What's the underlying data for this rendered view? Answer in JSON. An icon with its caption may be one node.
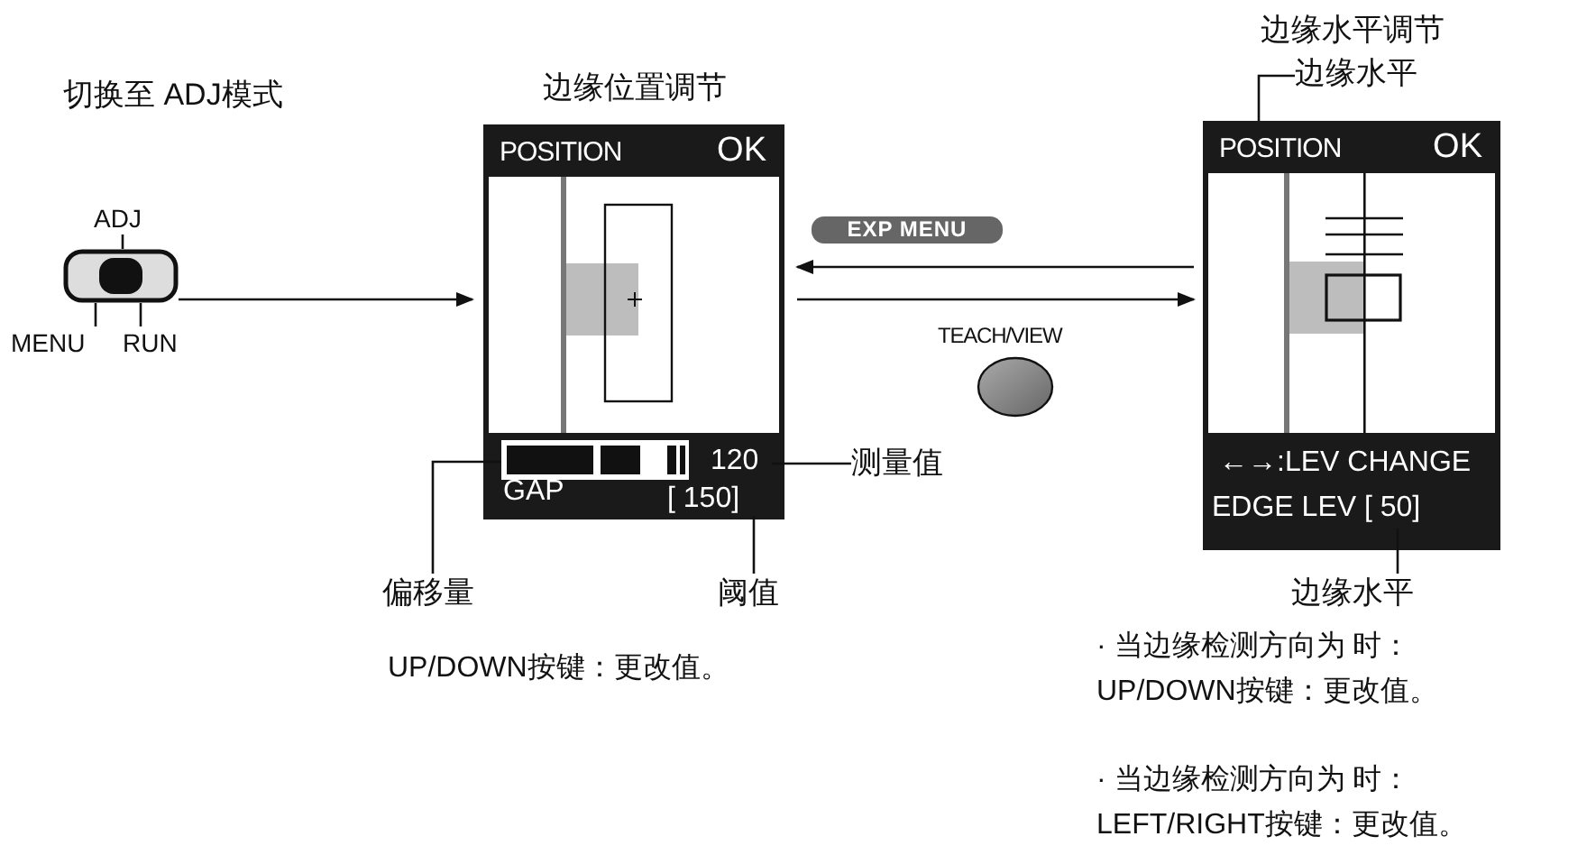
{
  "diagram": {
    "nodes": [
      {
        "text": [],
        "shape": "box"
      },
      {
        "text": [
          "ADJ"
        ]
      },
      {
        "text": [
          "MENU"
        ]
      },
      {
        "text": [
          "RUN"
        ]
      },
      {
        "text": [
          "边缘位置调节",
          "POSITION",
          "OK",
          "GAP"
        ]
      },
      {
        "text": [],
        "shape": "bar",
        "in": 4
      },
      {
        "text": [
          "120"
        ],
        "in": 4
      },
      {
        "text": [
          "[ 150]"
        ],
        "in": 4
      },
      {
        "text": [
          "测量值"
        ]
      },
      {
        "text": [
          "偏移量"
        ]
      },
      {
        "text": [
          "阈值"
        ]
      },
      {
        "text": [
          "EXP MENU"
        ]
      },
      {
        "text": [
          "TEACH/VIEW"
        ]
      },
      {
        "text": [
          "边缘水平调节",
          "POSITION",
          "OK",
          "←→:LEV CHANGE"
        ]
      },
      {
        "text": [
          "EDGE LEV [ 50]"
        ],
        "in": 13
      },
      {
        "text": [
          "边缘水平"
        ]
      },
      {
        "text": [
          "边缘水平"
        ]
      }
    ],
    "edges": [
      {
        "from": 1,
        "to": 0,
        "arrow": "none"
      },
      {
        "from": 2,
        "to": 0,
        "arrow": "none"
      },
      {
        "from": 3,
        "to": 0,
        "arrow": "none"
      },
      {
        "from": 0,
        "to": 4,
        "arrow": "to"
      },
      {
        "from": 8,
        "to": 6,
        "arrow": "none"
      },
      {
        "from": 9,
        "to": 5,
        "arrow": "none"
      },
      {
        "from": 10,
        "to": 7,
        "arrow": "none"
      },
      {
        "from": 13,
        "to": 4,
        "arrow": "to"
      },
      {
        "from": 4,
        "to": 13,
        "arrow": "to"
      },
      {
        "from": 15,
        "to": 13,
        "arrow": "none"
      },
      {
        "from": 16,
        "to": 14,
        "arrow": "none"
      }
    ],
    "labels": [
      "切换至 ADJ模式",
      "UP/DOWN按键：更改值。",
      "· 当边缘检测方向为 时： UP/DOWN按键：更改值。",
      "· 当边缘检测方向为 时： LEFT/RIGHT按键：更改值。"
    ]
  }
}
